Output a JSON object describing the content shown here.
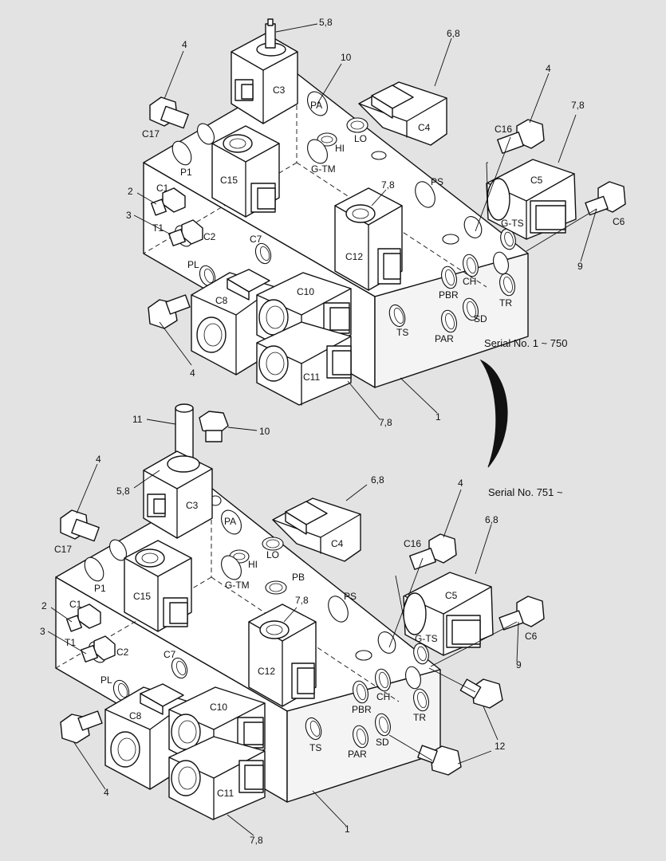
{
  "serial_labels": {
    "upper": "Serial No. 1 ~ 750",
    "lower": "Serial No. 751 ~"
  },
  "upper": {
    "callouts": {
      "c58": "5,8",
      "c68": "6,8",
      "c10": "10",
      "c4a": "4",
      "c4b": "4",
      "c78a": "7,8",
      "c2": "2",
      "c3": "3",
      "c78b": "7,8",
      "c9": "9",
      "c4c": "4",
      "c1": "1",
      "c78c": "7,8"
    },
    "ports": {
      "C3": "C3",
      "PA": "PA",
      "C4": "C4",
      "C17": "C17",
      "LO": "LO",
      "HI": "HI",
      "C16": "C16",
      "P1": "P1",
      "C15": "C15",
      "G-TM": "G-TM",
      "PS": "PS",
      "C5": "C5",
      "C1": "C1",
      "T1": "T1",
      "C2": "C2",
      "G-TS": "G-TS",
      "C6": "C6",
      "C7": "C7",
      "C12": "C12",
      "PL": "PL",
      "CH": "CH",
      "C10": "C10",
      "C8": "C8",
      "PBR": "PBR",
      "TR": "TR",
      "TS": "TS",
      "SD": "SD",
      "PAR": "PAR",
      "C11": "C11"
    }
  },
  "lower": {
    "callouts": {
      "c11": "11",
      "c10": "10",
      "c4a": "4",
      "c58": "5,8",
      "c68a": "6,8",
      "c4b": "4",
      "c68b": "6,8",
      "c2": "2",
      "c3": "3",
      "c78a": "7,8",
      "c9": "9",
      "c12": "12",
      "c4c": "4",
      "c78b": "7,8",
      "c1": "1"
    },
    "ports": {
      "C3": "C3",
      "PA": "PA",
      "C4": "C4",
      "C17": "C17",
      "LO": "LO",
      "HI": "HI",
      "C16": "C16",
      "P1": "P1",
      "C15": "C15",
      "G-TM": "G-TM",
      "PB": "PB",
      "PS": "PS",
      "C5": "C5",
      "C1": "C1",
      "T1": "T1",
      "C2": "C2",
      "G-TS": "G-TS",
      "C6": "C6",
      "C7": "C7",
      "C12": "C12",
      "PL": "PL",
      "CH": "CH",
      "C10": "C10",
      "C8": "C8",
      "PBR": "PBR",
      "TR": "TR",
      "TS": "TS",
      "SD": "SD",
      "PAR": "PAR",
      "C11": "C11"
    }
  }
}
